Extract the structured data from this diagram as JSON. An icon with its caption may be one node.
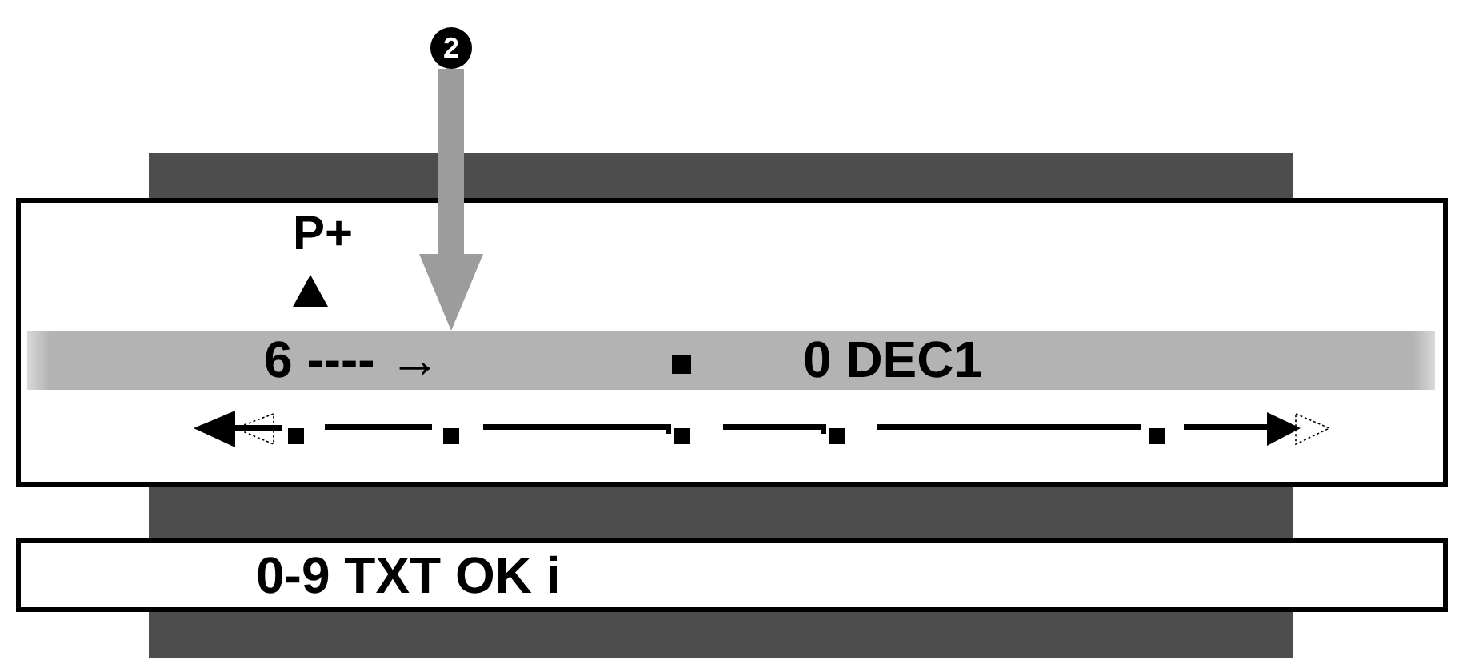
{
  "diagram": {
    "nodes": [
      {
        "text": [
          "2"
        ]
      },
      {
        "text": [
          "P+"
        ]
      },
      {
        "text": [
          "6 ---- →",
          "0 DEC1"
        ],
        "in": 1
      },
      {
        "text": [
          "0-9 TXT OK i"
        ]
      }
    ],
    "edges": [
      {
        "from": 0,
        "to": 2,
        "arrow": "to"
      }
    ]
  }
}
